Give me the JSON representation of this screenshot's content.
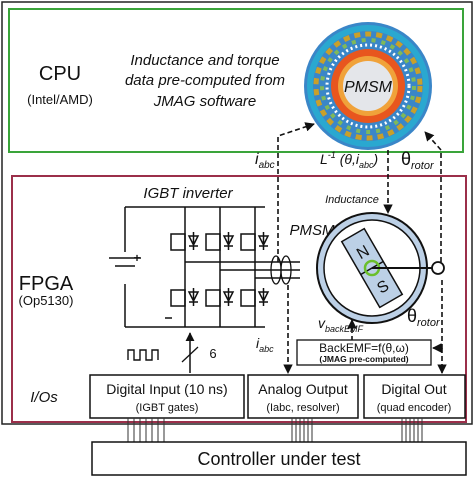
{
  "cpu": {
    "label": "CPU",
    "sublabel": "(Intel/AMD)",
    "note_lines": [
      "Inductance and torque",
      "data pre-computed from",
      "JMAG software"
    ],
    "frame_color": "#3aa43a"
  },
  "fpga": {
    "label": "FPGA",
    "sublabel": "(Op5130)",
    "frame_color": "#9b2f4a"
  },
  "motor_image": {
    "label": "PMSM"
  },
  "inverter": {
    "label": "IGBT inverter",
    "bus_count": "6"
  },
  "motor": {
    "label": "PMSM",
    "north": "N",
    "south": "S"
  },
  "signals": {
    "iabc_top_base": "i",
    "iabc_top_sub": "abc",
    "linv_base": "L",
    "linv_exp": "-1",
    "linv_args": " (θ,i",
    "linv_sub": "abc",
    "linv_close": ")",
    "theta_top_base": "θ",
    "theta_top_sub": "rotor",
    "inductance": "Inductance",
    "theta_bottom_base": "θ",
    "theta_bottom_sub": "rotor",
    "vback_base": "v",
    "vback_sub": "backEMF",
    "iabc_bottom_base": "i",
    "iabc_bottom_sub": "abc"
  },
  "backemf": {
    "formula": "BackEMF=f(θ,ω)",
    "note": "(JMAG pre-computed)"
  },
  "ios": {
    "label": "I/Os",
    "digital_input": {
      "title": "Digital Input (10 ns)",
      "sub": "(IGBT gates)"
    },
    "analog_output": {
      "title": "Analog Output",
      "sub": "(Iabc, resolver)"
    },
    "digital_out": {
      "title": "Digital Out",
      "sub": "(quad encoder)"
    }
  },
  "controller": {
    "label": "Controller under test"
  }
}
